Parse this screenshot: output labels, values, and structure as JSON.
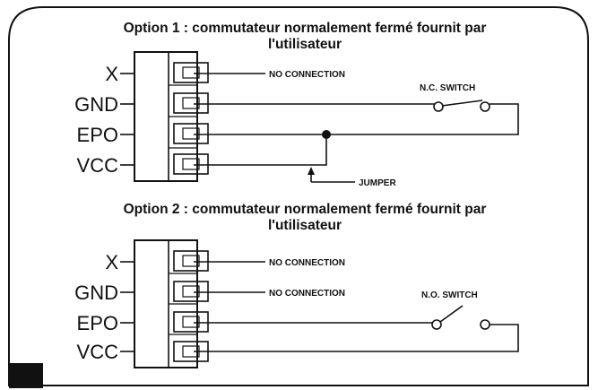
{
  "option1": {
    "title_line1": "Option 1 : commutateur normalement fermé fournit par",
    "title_line2": "l'utilisateur",
    "pins": [
      "X",
      "GND",
      "EPO",
      "VCC"
    ],
    "no_connection": "NO CONNECTION",
    "switch_label": "N.C. SWITCH",
    "jumper_label": "JUMPER"
  },
  "option2": {
    "title_line1": "Option 2 : commutateur normalement fermé fournit par",
    "title_line2": "l'utilisateur",
    "pins": [
      "X",
      "GND",
      "EPO",
      "VCC"
    ],
    "no_connection_1": "NO CONNECTION",
    "no_connection_2": "NO CONNECTION",
    "switch_label": "N.O. SWITCH"
  }
}
